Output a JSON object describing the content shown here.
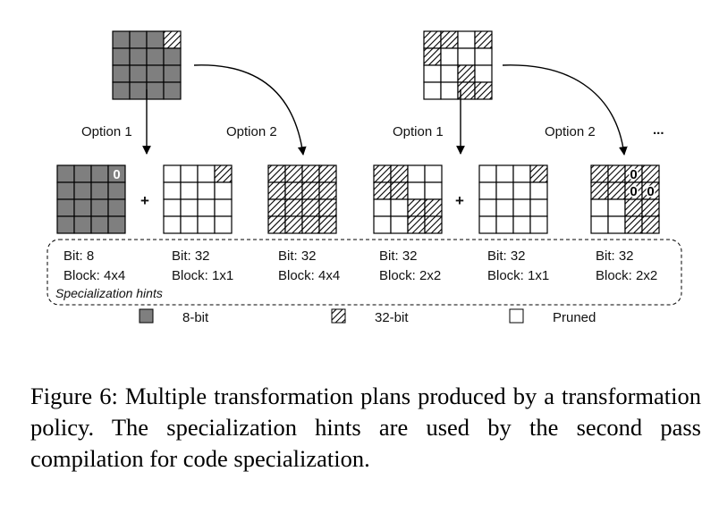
{
  "colors": {
    "eight_bit": "#7f7f7f",
    "pruned": "#ffffff",
    "stroke": "#000000"
  },
  "diagram": {
    "source_grids": [
      {
        "name": "source-grid-left",
        "cells": [
          "G",
          "G",
          "G",
          "H",
          "G",
          "G",
          "G",
          "G",
          "G",
          "G",
          "G",
          "G",
          "G",
          "G",
          "G",
          "G"
        ]
      },
      {
        "name": "source-grid-right",
        "cells": [
          "H",
          "H",
          "P",
          "H",
          "H",
          "P",
          "P",
          "P",
          "P",
          "P",
          "H",
          "P",
          "P",
          "P",
          "H",
          "H"
        ]
      }
    ],
    "option_labels": [
      "Option 1",
      "Option 2",
      "Option 1",
      "Option 2"
    ],
    "ellipsis": "...",
    "plus_sign": "+",
    "result_grids": [
      {
        "name": "plan-grid-1",
        "cells": [
          "G",
          "G",
          "G",
          "G",
          "G",
          "G",
          "G",
          "G",
          "G",
          "G",
          "G",
          "G",
          "G",
          "G",
          "G",
          "G"
        ],
        "zeros": [
          {
            "cell": 3,
            "text": "0"
          }
        ],
        "bit": "Bit: 8",
        "block": "Block: 4x4"
      },
      {
        "name": "plan-grid-2",
        "cells": [
          "P",
          "P",
          "P",
          "H",
          "P",
          "P",
          "P",
          "P",
          "P",
          "P",
          "P",
          "P",
          "P",
          "P",
          "P",
          "P"
        ],
        "zeros": [],
        "bit": "Bit: 32",
        "block": "Block: 1x1"
      },
      {
        "name": "plan-grid-3",
        "cells": [
          "H",
          "H",
          "H",
          "H",
          "H",
          "H",
          "H",
          "H",
          "H",
          "H",
          "H",
          "H",
          "H",
          "H",
          "H",
          "H"
        ],
        "zeros": [],
        "bit": "Bit: 32",
        "block": "Block: 4x4"
      },
      {
        "name": "plan-grid-4",
        "cells": [
          "H",
          "H",
          "P",
          "P",
          "H",
          "H",
          "P",
          "P",
          "P",
          "P",
          "H",
          "H",
          "P",
          "P",
          "H",
          "H"
        ],
        "zeros": [],
        "bit": "Bit: 32",
        "block": "Block: 2x2"
      },
      {
        "name": "plan-grid-5",
        "cells": [
          "P",
          "P",
          "P",
          "H",
          "P",
          "P",
          "P",
          "P",
          "P",
          "P",
          "P",
          "P",
          "P",
          "P",
          "P",
          "P"
        ],
        "zeros": [],
        "bit": "Bit: 32",
        "block": "Block: 1x1"
      },
      {
        "name": "plan-grid-6",
        "cells": [
          "H",
          "H",
          "H",
          "H",
          "H",
          "H",
          "H",
          "H",
          "P",
          "P",
          "H",
          "H",
          "P",
          "P",
          "H",
          "H"
        ],
        "zeros": [
          {
            "cell": 2,
            "text": "0"
          },
          {
            "cell": 6,
            "text": "0"
          },
          {
            "cell": 7,
            "text": "0"
          }
        ],
        "bit": "Bit: 32",
        "block": "Block: 2x2"
      }
    ],
    "hints_label": "Specialization hints",
    "legend": [
      {
        "key": "G",
        "label": "8-bit"
      },
      {
        "key": "H",
        "label": "32-bit"
      },
      {
        "key": "P",
        "label": "Pruned"
      }
    ]
  },
  "caption": "Figure 6:  Multiple transformation plans produced by a transformation policy. The specialization hints are used by the second pass compilation for code specialization."
}
